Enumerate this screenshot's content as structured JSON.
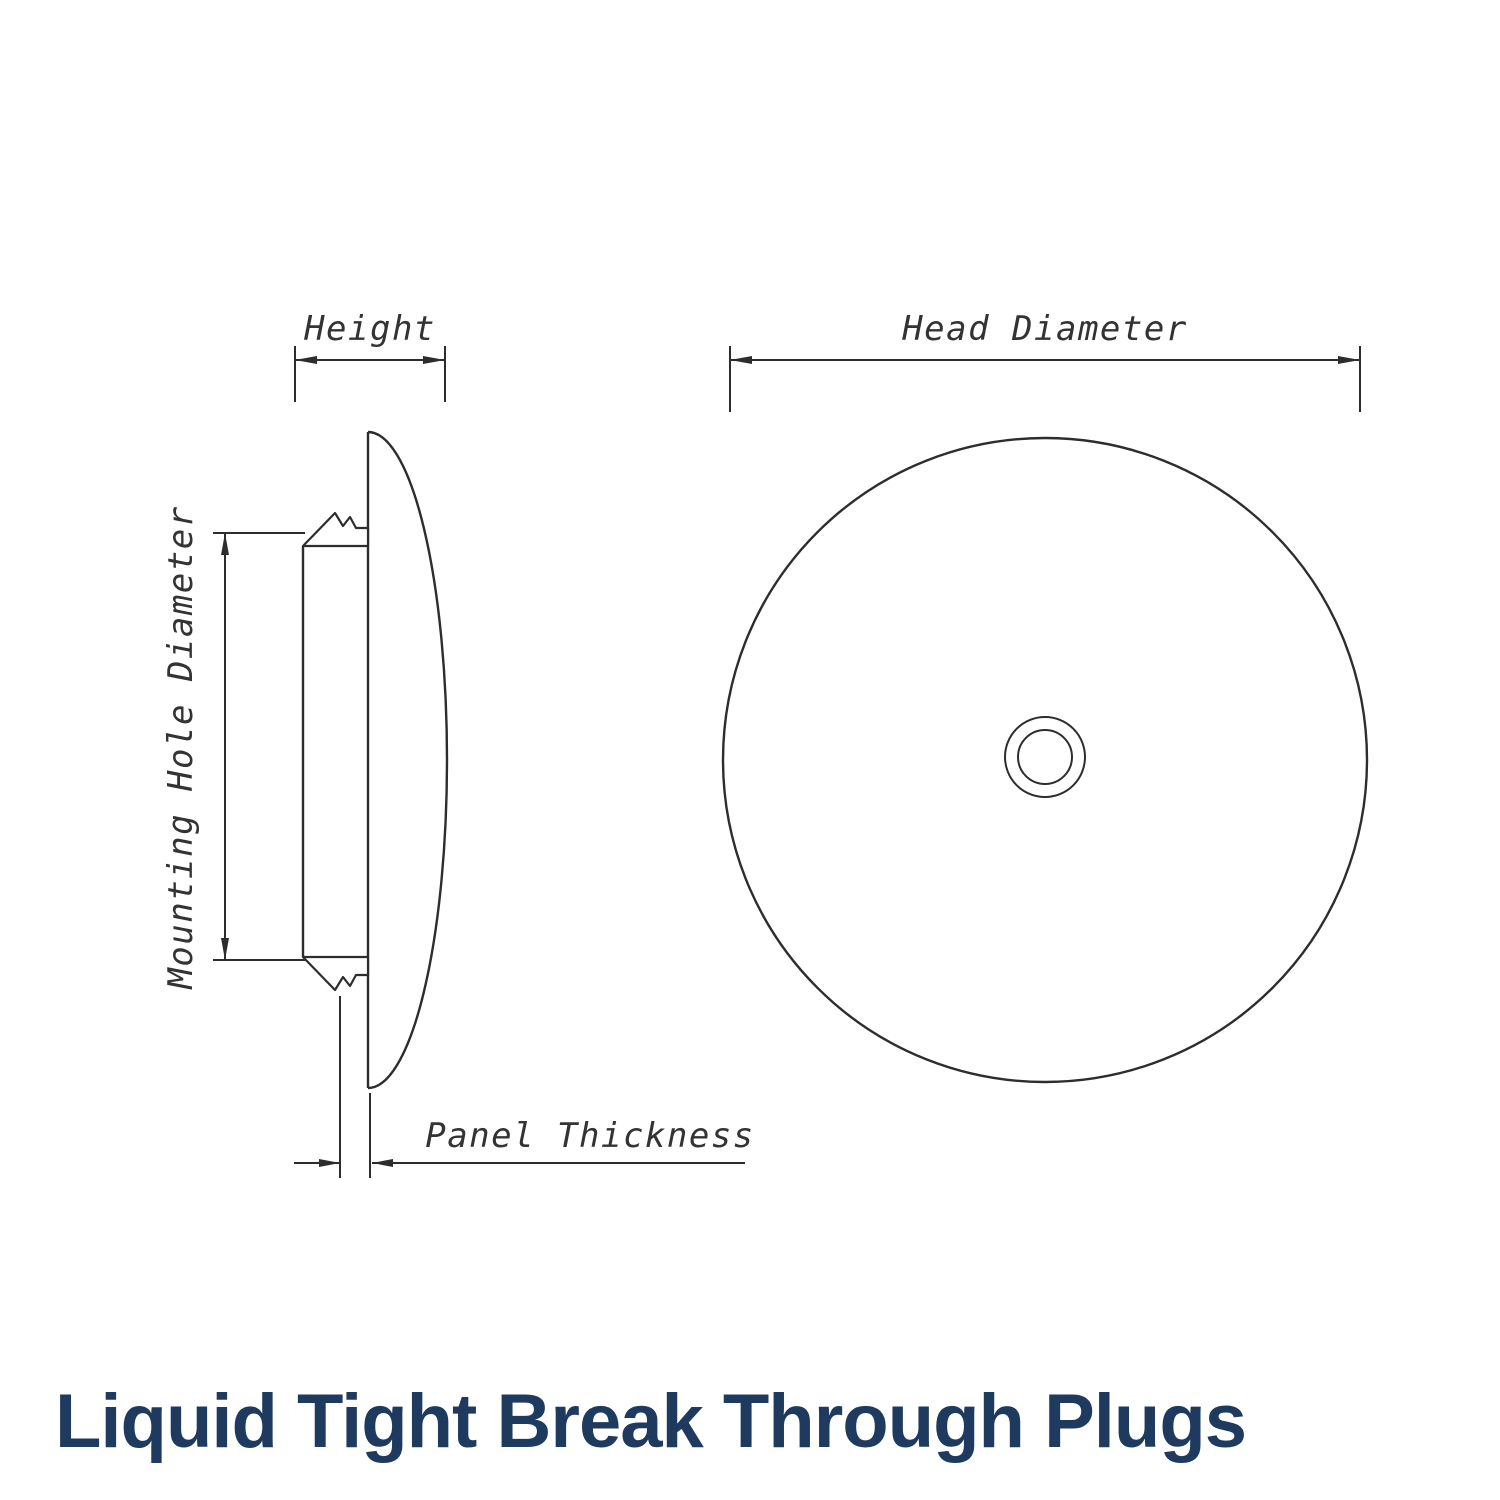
{
  "title": "Liquid Tight Break Through Plugs",
  "diagram": {
    "side_view": {
      "height_label": "Height",
      "mounting_hole_diameter_label": "Mounting Hole Diameter",
      "panel_thickness_label": "Panel Thickness"
    },
    "front_view": {
      "head_diameter_label": "Head Diameter"
    }
  },
  "colors": {
    "line": "#2d2d2d",
    "label": "#333333",
    "title": "#1e3a5e"
  }
}
